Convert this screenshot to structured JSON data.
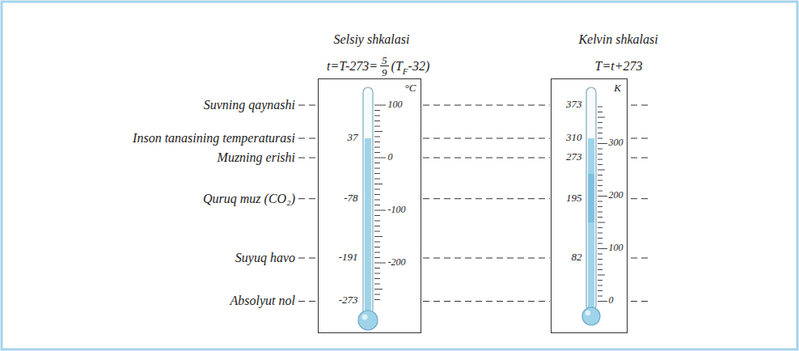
{
  "diagram": {
    "nodes": [
      {
        "text": [
          "Selsiy shkalasi",
          "°C",
          "37",
          "-78",
          "-191",
          "-273",
          "100",
          "0",
          "-100",
          "-200"
        ]
      },
      {
        "text": [
          "Kelvin shkalasi",
          "K",
          "373",
          "310",
          "273",
          "195",
          "82",
          "300",
          "200",
          "100",
          "0"
        ]
      }
    ],
    "labels": [
      "t=T-273=",
      "5",
      "9",
      "(T",
      "F",
      "-32)",
      "T=t+273",
      "Suvning qaynashi",
      "Inson tanasining temperaturasi",
      "Muzning erishi",
      "Quruq muz (CO₂)",
      "Suyuq havo",
      "Absolyut nol"
    ]
  }
}
